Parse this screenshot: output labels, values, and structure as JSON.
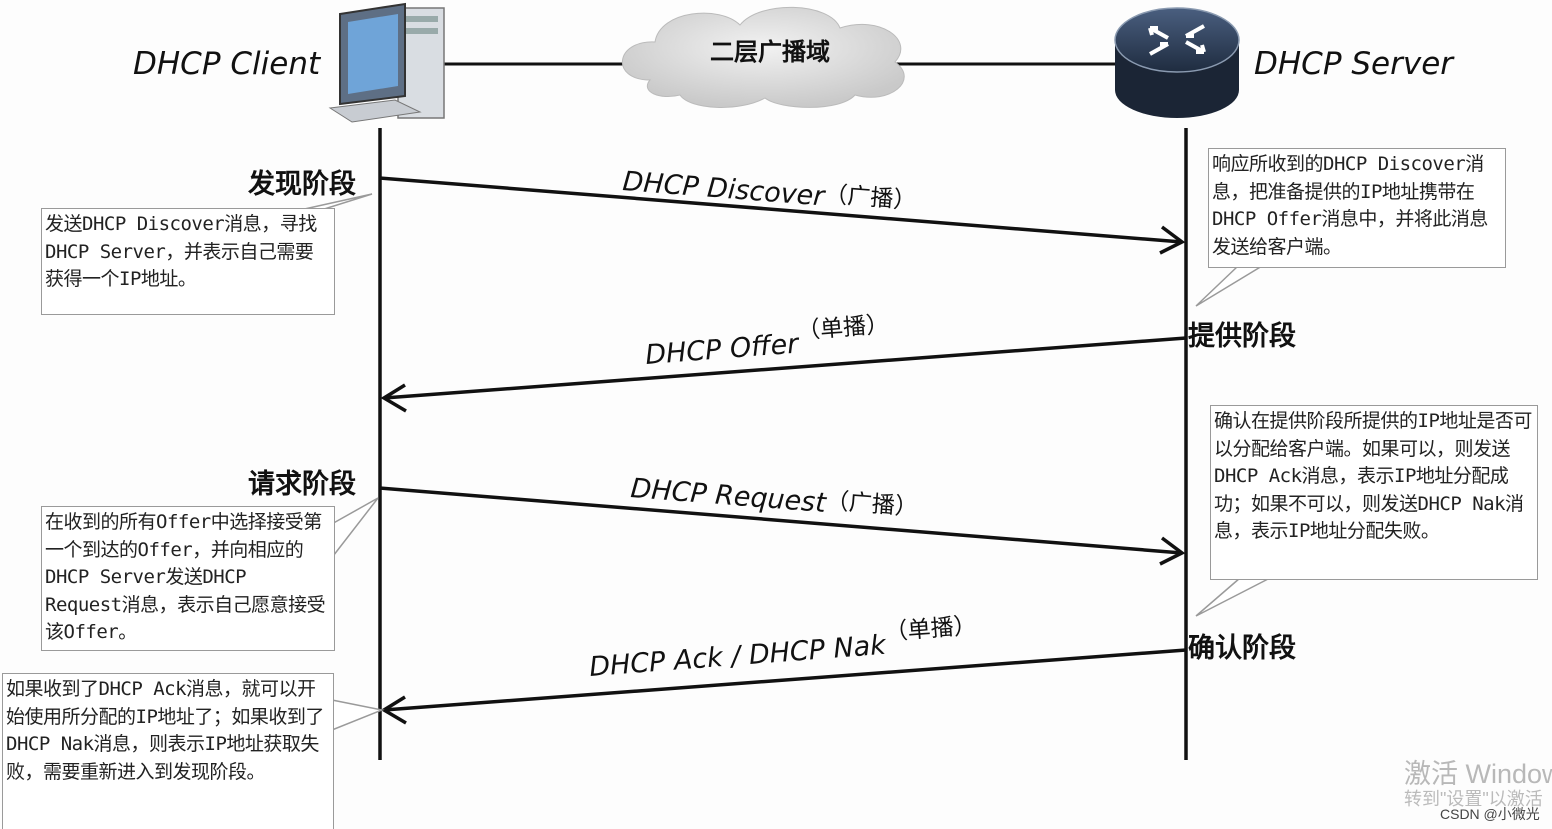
{
  "header": {
    "client_label": "DHCP Client",
    "server_label": "DHCP Server",
    "cloud_label": "二层广播域"
  },
  "messages": [
    {
      "name": "DHCP Discover",
      "mode": "（广播）",
      "direction": "client-to-server"
    },
    {
      "name": "DHCP Offer",
      "mode": "（单播）",
      "direction": "server-to-client"
    },
    {
      "name": "DHCP Request",
      "mode": "（广播）",
      "direction": "client-to-server"
    },
    {
      "name": "DHCP Ack / DHCP Nak",
      "mode": "（单播）",
      "direction": "server-to-client"
    }
  ],
  "phases": {
    "discover": "发现阶段",
    "offer": "提供阶段",
    "request": "请求阶段",
    "ack": "确认阶段"
  },
  "notes": {
    "discover": "发送DHCP Discover消息，寻找DHCP Server，并表示自己需要获得一个IP地址。",
    "offer": "响应所收到的DHCP Discover消息，把准备提供的IP地址携带在DHCP Offer消息中，并将此消息发送给客户端。",
    "request": "在收到的所有Offer中选择接受第一个到达的Offer，并向相应的DHCP Server发送DHCP Request消息，表示自己愿意接受该Offer。",
    "ack": "确认在提供阶段所提供的IP地址是否可以分配给客户端。如果可以，则发送DHCP Ack消息，表示IP地址分配成功；如果不可以，则发送DHCP Nak消息，表示IP地址分配失败。",
    "client_result": "如果收到了DHCP Ack消息，就可以开始使用所分配的IP地址了；如果收到了DHCP Nak消息，则表示IP地址获取失败，需要重新进入到发现阶段。"
  },
  "watermark": {
    "line1": "激活 Windows",
    "line2": "转到\"设置\"以激活",
    "credit": "CSDN @小微光"
  },
  "icons": [
    "computer-icon",
    "cloud-icon",
    "router-icon"
  ]
}
